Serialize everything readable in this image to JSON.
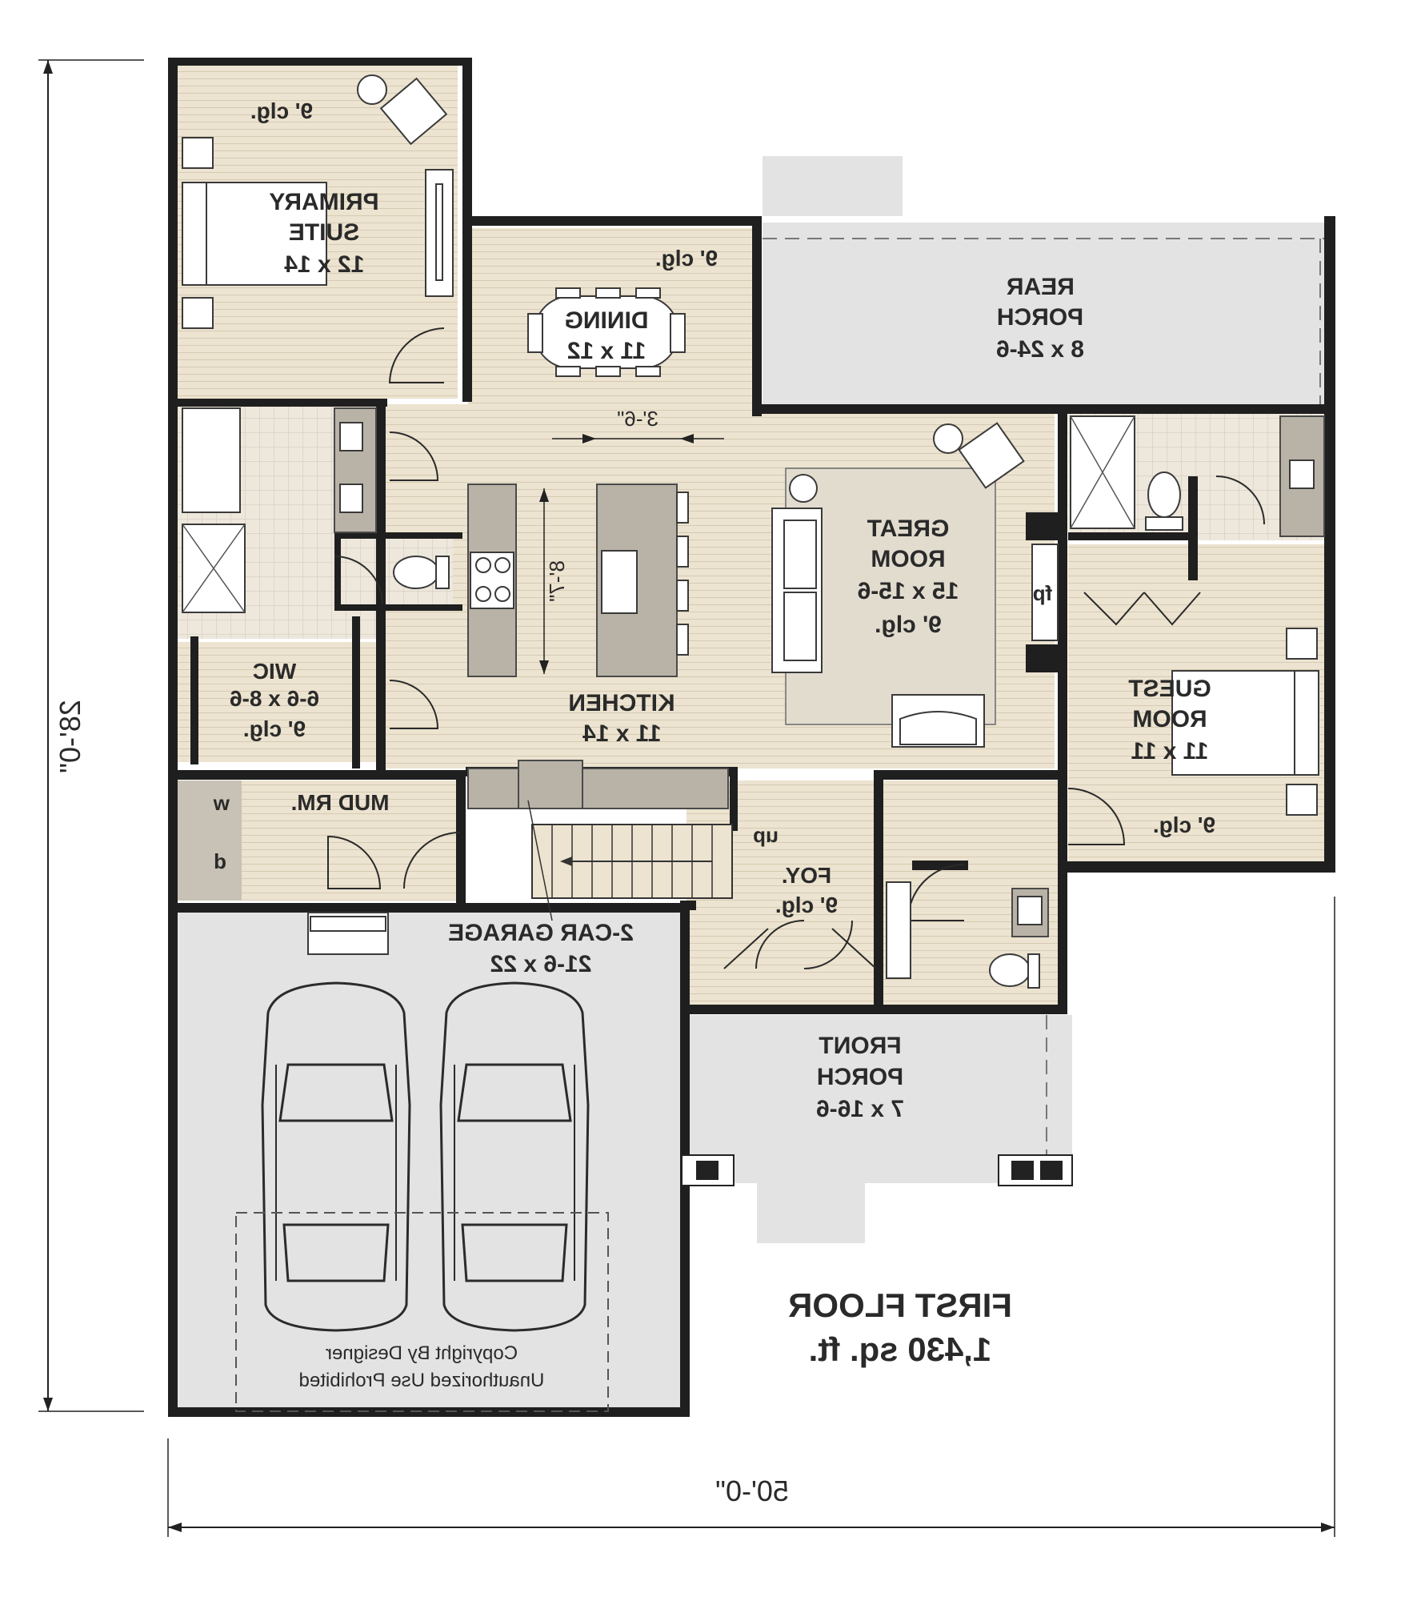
{
  "plan": {
    "title": "FIRST FLOOR",
    "area": "1,430 sq. ft.",
    "copyright_line1": "Copyright By Designer",
    "copyright_line2": "Unauthorized Use Prohibited",
    "overall_width": "50'-0\"",
    "overall_depth": "28'-0\"",
    "island_clearance": "3'-6\"",
    "island_length": "8'-7\"",
    "rooms": {
      "primary_suite": {
        "name1": "PRIMARY",
        "name2": "SUITE",
        "size": "12 x 14",
        "ceiling": "9' clg."
      },
      "dining": {
        "name": "DINING",
        "size": "11 x 12",
        "ceiling": "9' clg."
      },
      "rear_porch": {
        "name1": "REAR",
        "name2": "PORCH",
        "size": "8 x 24-6"
      },
      "great_room": {
        "name1": "GREAT",
        "name2": "ROOM",
        "size": "15 x 15-6",
        "ceiling": "9' clg.",
        "fireplace": "fp"
      },
      "guest_room": {
        "name1": "GUEST",
        "name2": "ROOM",
        "size": "11 x 11",
        "ceiling": "9' clg."
      },
      "wic": {
        "name": "WIC",
        "size": "6-6 x 8-6",
        "ceiling": "9' clg."
      },
      "kitchen": {
        "name": "KITCHEN",
        "size": "11 x 14"
      },
      "mud_room": {
        "name": "MUD RM.",
        "washer": "w",
        "dryer": "d"
      },
      "foyer": {
        "name": "FOY.",
        "ceiling": "9' clg.",
        "stair": "up"
      },
      "garage": {
        "name": "2-CAR GARAGE",
        "size": "21-6 x 22"
      },
      "front_porch": {
        "name1": "FRONT",
        "name2": "PORCH",
        "size": "7 x 16-6"
      }
    }
  },
  "colors": {
    "wall": "#1f1f1f",
    "floor_wood": "#ece3d0",
    "tile": "#ede7dc",
    "concrete": "#e3e3e3",
    "cabinet": "#b9b3a7"
  }
}
